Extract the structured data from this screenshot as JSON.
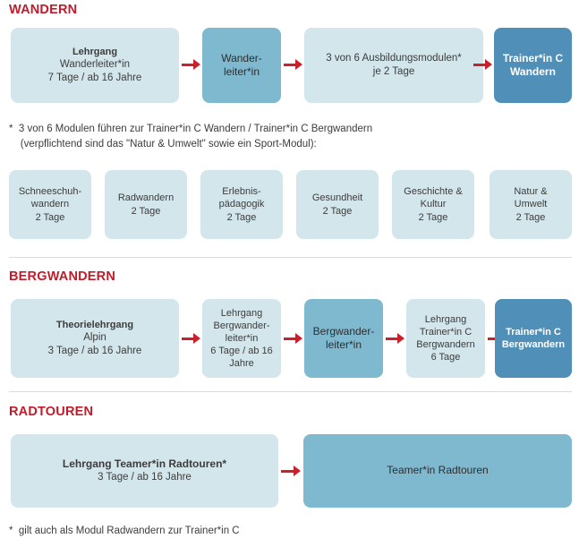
{
  "document": {
    "title": "Ausbildungsstruktur Wandern / Bergwandern / Radtouren"
  },
  "colors": {
    "heading_red": "#c01c2b",
    "arrow_red": "#cc1f2c",
    "box_light": "#d3e6ec",
    "box_mid": "#7fb9d0",
    "box_dark": "#5090b8",
    "divider": "#cfe0e6",
    "text": "#3c3c3c"
  },
  "sections": [
    {
      "id": "wandern",
      "heading": "WANDERN",
      "flow": [
        {
          "id": "lehrgang-wanderleiterin",
          "style": "light",
          "lines": [
            "Lehrgang",
            "Wanderleiter*in",
            "7 Tage / ab 16 Jahre"
          ],
          "bold_first": true
        },
        {
          "id": "wanderleiterin",
          "style": "mid",
          "lines": [
            "Wander-",
            "leiter*in"
          ],
          "bold_first": false
        },
        {
          "id": "ausbildungsmodule",
          "style": "light",
          "lines": [
            "3 von 6 Ausbildungsmodulen*",
            "je 2 Tage"
          ],
          "bold_first": false
        },
        {
          "id": "trainerin-c-wandern",
          "style": "dark",
          "lines": [
            "Trainer*in C",
            "Wandern"
          ],
          "bold_first": false
        }
      ],
      "footnote": "*  3 von 6 Modulen führen zur Trainer*in C Wandern / Trainer*in C Bergwandern\n    (verpflichtend sind das \"Natur & Umwelt\" sowie ein Sport-Modul):",
      "modules": [
        {
          "id": "schneeschuhwandern",
          "lines": [
            "Schneeschuh-",
            "wandern",
            "2 Tage"
          ]
        },
        {
          "id": "radwandern",
          "lines": [
            "Radwandern",
            "2 Tage"
          ]
        },
        {
          "id": "erlebnispaedagogik",
          "lines": [
            "Erlebnis-",
            "pädagogik",
            "2 Tage"
          ]
        },
        {
          "id": "gesundheit",
          "lines": [
            "Gesundheit",
            "2 Tage"
          ]
        },
        {
          "id": "geschichte-kultur",
          "lines": [
            "Geschichte &",
            "Kultur",
            "2 Tage"
          ]
        },
        {
          "id": "natur-umwelt",
          "lines": [
            "Natur &",
            "Umwelt",
            "2 Tage"
          ]
        }
      ]
    },
    {
      "id": "bergwandern",
      "heading": "BERGWANDERN",
      "flow": [
        {
          "id": "theorielehrgang-alpin",
          "style": "light",
          "lines": [
            "Theorielehrgang",
            "Alpin",
            "3 Tage / ab 16 Jahre"
          ],
          "bold_first": true
        },
        {
          "id": "lehrgang-bergwanderleiterin",
          "style": "light",
          "lines": [
            "Lehrgang",
            "Bergwander-",
            "leiter*in",
            "6 Tage / ab 16",
            "Jahre"
          ],
          "bold_first": false
        },
        {
          "id": "bergwanderleiterin",
          "style": "mid",
          "lines": [
            "Bergwander-",
            "leiter*in"
          ],
          "bold_first": false
        },
        {
          "id": "lehrgang-trainerin-c-bergwandern",
          "style": "light",
          "lines": [
            "Lehrgang",
            "Trainer*in C",
            "Bergwandern",
            "6 Tage"
          ],
          "bold_first": false
        },
        {
          "id": "trainerin-c-bergwandern",
          "style": "dark",
          "lines": [
            "Trainer*in C",
            "Bergwandern"
          ],
          "bold_first": false
        }
      ]
    },
    {
      "id": "radtouren",
      "heading": "RADTOUREN",
      "flow": [
        {
          "id": "lehrgang-teamerin-radtouren",
          "style": "light",
          "lines": [
            "Lehrgang Teamer*in Radtouren*",
            "3 Tage / ab 16 Jahre"
          ],
          "bold_first": true
        },
        {
          "id": "teamerin-radtouren",
          "style": "mid",
          "lines": [
            "Teamer*in Radtouren"
          ],
          "bold_first": false
        }
      ],
      "footnote": "*  gilt auch als Modul Radwandern zur Trainer*in C"
    }
  ]
}
